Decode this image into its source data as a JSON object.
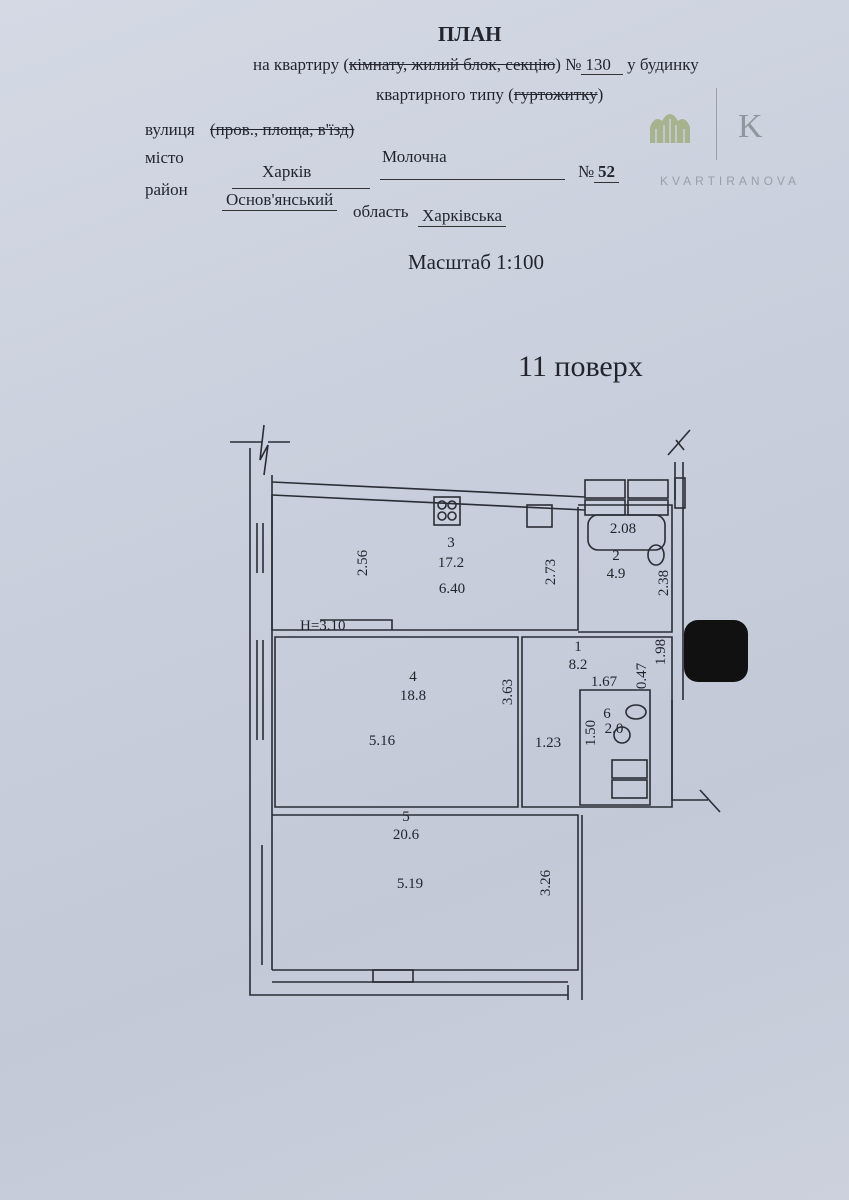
{
  "header": {
    "title": "ПЛАН",
    "line1_prefix": "на квартиру (",
    "line1_struck": "кімнату, жилий блок, секцію",
    "line1_suffix": ") №",
    "apartment_no": "130",
    "line1_end": "у будинку",
    "line2_prefix": "квартирного типу (",
    "line2_struck": "гуртожитку",
    "line2_suffix": ")",
    "street_label": "вулиця",
    "street_struck": "(пров., площа, в'їзд)",
    "street_value": "Молочна",
    "house_label": "№",
    "house_no": "52",
    "city_label": "місто",
    "city_value": "Харків",
    "district_label": "район",
    "district_value": "Основ'янський",
    "oblast_label": "область",
    "oblast_value": "Харківська",
    "scale": "Масштаб 1:100",
    "floor": "11 поверх"
  },
  "logo": {
    "letter": "K",
    "name": "KVARTIRANOVA",
    "color": "#9aa58a"
  },
  "plan": {
    "ceiling_height": "H=3.10",
    "rooms": [
      {
        "no": "1",
        "area": "8.2"
      },
      {
        "no": "2",
        "area": "4.9"
      },
      {
        "no": "3",
        "area": "17.2"
      },
      {
        "no": "4",
        "area": "18.8"
      },
      {
        "no": "5",
        "area": "20.6"
      },
      {
        "no": "6",
        "area": "2.0"
      }
    ],
    "dims": {
      "k_h": "2.56",
      "k_h2": "2.73",
      "k_w": "6.40",
      "bath": "2.08",
      "b_h": "2.38",
      "h_h": "1.98",
      "h_s": "0.47",
      "h_w": "1.67",
      "r4_h": "3.63",
      "r4_w": "5.16",
      "wc_h": "1.50",
      "hall_w": "1.23",
      "r5_h": "3.26",
      "r5_w": "5.19"
    }
  }
}
